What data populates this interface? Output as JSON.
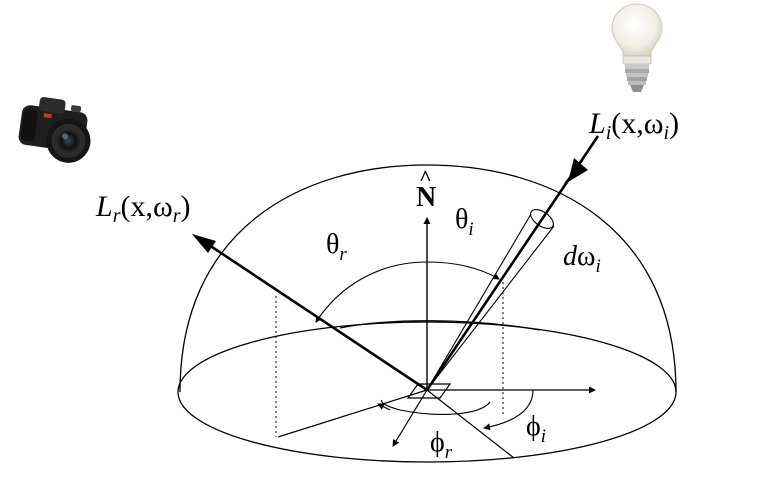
{
  "labels": {
    "Li_main": "L",
    "Li_sub": "i",
    "Li_args": "(x,ω",
    "Li_argsub": "i",
    "Li_close": ")",
    "Lr_main": "L",
    "Lr_sub": "r",
    "Lr_args": "(x,ω",
    "Lr_argsub": "r",
    "Lr_close": ")",
    "normal": "N",
    "normal_hat": "^",
    "theta_i": "θ",
    "theta_i_sub": "i",
    "theta_r": "θ",
    "theta_r_sub": "r",
    "domega_d": "d",
    "domega_w": "ω",
    "domega_sub": "i",
    "phi_i": "ϕ",
    "phi_i_sub": "i",
    "phi_r": "ϕ",
    "phi_r_sub": "r"
  },
  "icons": {
    "camera": "camera-icon",
    "bulb": "light-bulb-icon"
  },
  "colors": {
    "ink": "#000000",
    "camera_body": "#1e1e1e",
    "bulb_glass": "#f3f1ea",
    "bulb_base": "#b9b9b9"
  }
}
